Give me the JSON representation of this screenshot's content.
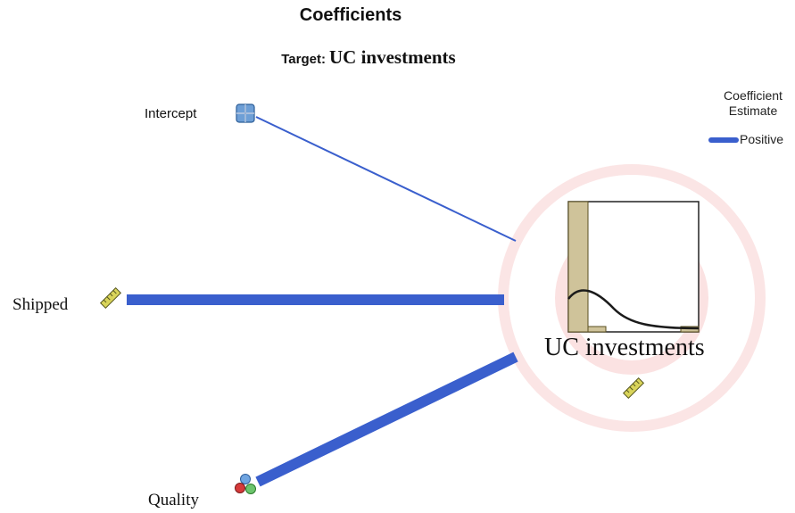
{
  "header": {
    "title": "Coefficients",
    "subtitle_label": "Target:",
    "subtitle_target": "UC investments"
  },
  "legend": {
    "title": "Coefficient Estimate",
    "entries": [
      {
        "label": "Positive",
        "color": "#3a5fcd"
      }
    ]
  },
  "nodes": {
    "predictors": [
      {
        "id": "intercept",
        "label": "Intercept",
        "icon": "nominal-grid-icon",
        "edge_weight": "thin"
      },
      {
        "id": "shipped",
        "label": "Shipped",
        "icon": "ruler-icon",
        "edge_weight": "thick"
      },
      {
        "id": "quality",
        "label": "Quality",
        "icon": "categorical-balls-icon",
        "edge_weight": "thick"
      }
    ],
    "target": {
      "label": "UC investments",
      "icon": "ruler-icon"
    }
  },
  "colors": {
    "edge": "#3a5fcd",
    "target_ring": "#f6d6d6",
    "histogram_bar": "#cfc39a",
    "histogram_border": "#5a4f20"
  }
}
